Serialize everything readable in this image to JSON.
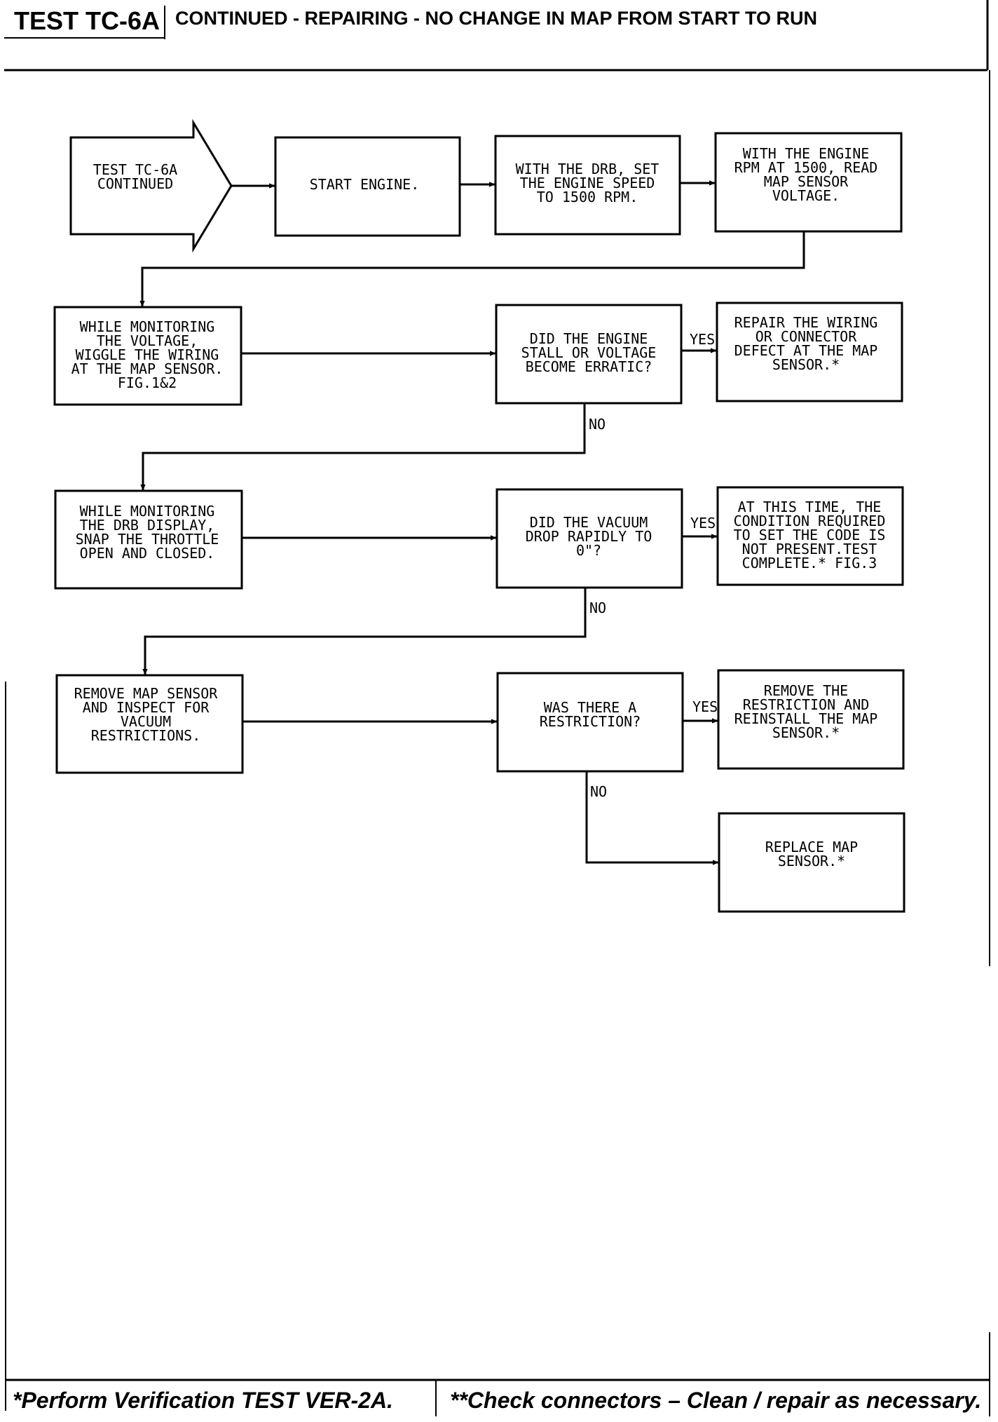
{
  "header": {
    "test_id": "TEST TC-6A",
    "title": "CONTINUED - REPAIRING - NO CHANGE IN MAP FROM START TO RUN"
  },
  "flowchart": {
    "nodes": [
      {
        "id": "start",
        "shape": "arrow",
        "lines": [
          "TEST TC-6A",
          "CONTINUED"
        ]
      },
      {
        "id": "start-engine",
        "shape": "process",
        "lines": [
          "START ENGINE."
        ]
      },
      {
        "id": "set-rpm",
        "shape": "process",
        "lines": [
          "WITH THE DRB, SET",
          "THE ENGINE SPEED",
          "TO 1500 RPM."
        ]
      },
      {
        "id": "read-voltage",
        "shape": "process",
        "lines": [
          "WITH THE ENGINE",
          "RPM AT 1500, READ",
          "MAP SENSOR",
          "VOLTAGE."
        ]
      },
      {
        "id": "wiggle-wiring",
        "shape": "process",
        "lines": [
          "WHILE MONITORING",
          "THE VOLTAGE,",
          "WIGGLE THE WIRING",
          "AT THE MAP SENSOR.",
          "FIG.1&2"
        ]
      },
      {
        "id": "q-stall",
        "shape": "decision",
        "lines": [
          "DID THE ENGINE",
          "STALL OR VOLTAGE",
          "BECOME ERRATIC?"
        ]
      },
      {
        "id": "repair-wiring",
        "shape": "process",
        "lines": [
          "REPAIR THE WIRING",
          "OR CONNECTOR",
          "DEFECT AT THE MAP",
          "SENSOR.*"
        ]
      },
      {
        "id": "snap-throttle",
        "shape": "process",
        "lines": [
          "WHILE MONITORING",
          "THE DRB DISPLAY,",
          "SNAP THE THROTTLE",
          "OPEN AND CLOSED."
        ]
      },
      {
        "id": "q-vacuum",
        "shape": "decision",
        "lines": [
          "DID THE VACUUM",
          "DROP RAPIDLY TO",
          "0\"?"
        ]
      },
      {
        "id": "test-complete",
        "shape": "process",
        "lines": [
          "AT THIS TIME, THE",
          "CONDITION REQUIRED",
          "TO SET THE CODE IS",
          "NOT PRESENT.TEST",
          "COMPLETE.* FIG.3"
        ]
      },
      {
        "id": "inspect-sensor",
        "shape": "process",
        "lines": [
          "REMOVE MAP SENSOR",
          "AND INSPECT FOR",
          "VACUUM",
          "RESTRICTIONS."
        ]
      },
      {
        "id": "q-restriction",
        "shape": "decision",
        "lines": [
          "WAS THERE A",
          "RESTRICTION?"
        ]
      },
      {
        "id": "remove-restriction",
        "shape": "process",
        "lines": [
          "REMOVE THE",
          "RESTRICTION AND",
          "REINSTALL THE MAP",
          "SENSOR.*"
        ]
      },
      {
        "id": "replace-sensor",
        "shape": "process",
        "lines": [
          "REPLACE MAP",
          "SENSOR.*"
        ]
      }
    ],
    "edges": [
      {
        "from": "start",
        "to": "start-engine",
        "label": ""
      },
      {
        "from": "start-engine",
        "to": "set-rpm",
        "label": ""
      },
      {
        "from": "set-rpm",
        "to": "read-voltage",
        "label": ""
      },
      {
        "from": "read-voltage",
        "to": "wiggle-wiring",
        "label": ""
      },
      {
        "from": "wiggle-wiring",
        "to": "q-stall",
        "label": ""
      },
      {
        "from": "q-stall",
        "to": "repair-wiring",
        "label": "YES"
      },
      {
        "from": "q-stall",
        "to": "snap-throttle",
        "label": "NO"
      },
      {
        "from": "snap-throttle",
        "to": "q-vacuum",
        "label": ""
      },
      {
        "from": "q-vacuum",
        "to": "test-complete",
        "label": "YES"
      },
      {
        "from": "q-vacuum",
        "to": "inspect-sensor",
        "label": "NO"
      },
      {
        "from": "inspect-sensor",
        "to": "q-restriction",
        "label": ""
      },
      {
        "from": "q-restriction",
        "to": "remove-restriction",
        "label": "YES"
      },
      {
        "from": "q-restriction",
        "to": "replace-sensor",
        "label": "NO"
      }
    ]
  },
  "footer": {
    "left_note": "*Perform Verification TEST VER-2A.",
    "right_note": "**Check connectors – Clean / repair as necessary."
  }
}
